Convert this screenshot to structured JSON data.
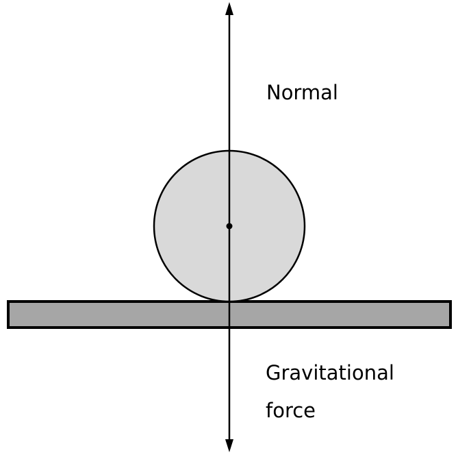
{
  "labels": {
    "normal": "Normal",
    "gravitational_line1": "Gravitational",
    "gravitational_line2": "force"
  },
  "colors": {
    "ball_fill": "#d9d9d9",
    "surface_fill": "#a6a6a6",
    "stroke": "#000000"
  }
}
